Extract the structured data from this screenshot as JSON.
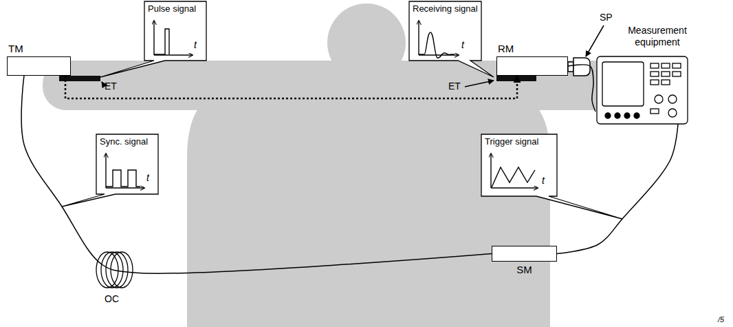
{
  "diagram": {
    "nodes": [
      {
        "text": [
          "TM"
        ]
      },
      {
        "text": [
          "Pulse signal"
        ]
      },
      {
        "text": [
          "Receiving signal"
        ]
      },
      {
        "text": [
          "RM"
        ]
      },
      {
        "text": [
          "Measurement equipment"
        ]
      },
      {
        "text": [
          "Sync. signal"
        ]
      },
      {
        "text": [
          "Trigger signal"
        ]
      },
      {
        "text": [
          "SM"
        ]
      }
    ],
    "edges": [
      {
        "from": 0,
        "to": 3,
        "arrow": "to"
      },
      {
        "from": 0,
        "to": 7,
        "arrow": "none"
      },
      {
        "from": 7,
        "to": 4,
        "arrow": "none"
      },
      {
        "from": 3,
        "to": 4,
        "arrow": "none"
      }
    ],
    "labels": [
      "ET",
      "ET",
      "SP",
      "OC",
      "t",
      "t",
      "t",
      "t",
      "/5"
    ]
  }
}
